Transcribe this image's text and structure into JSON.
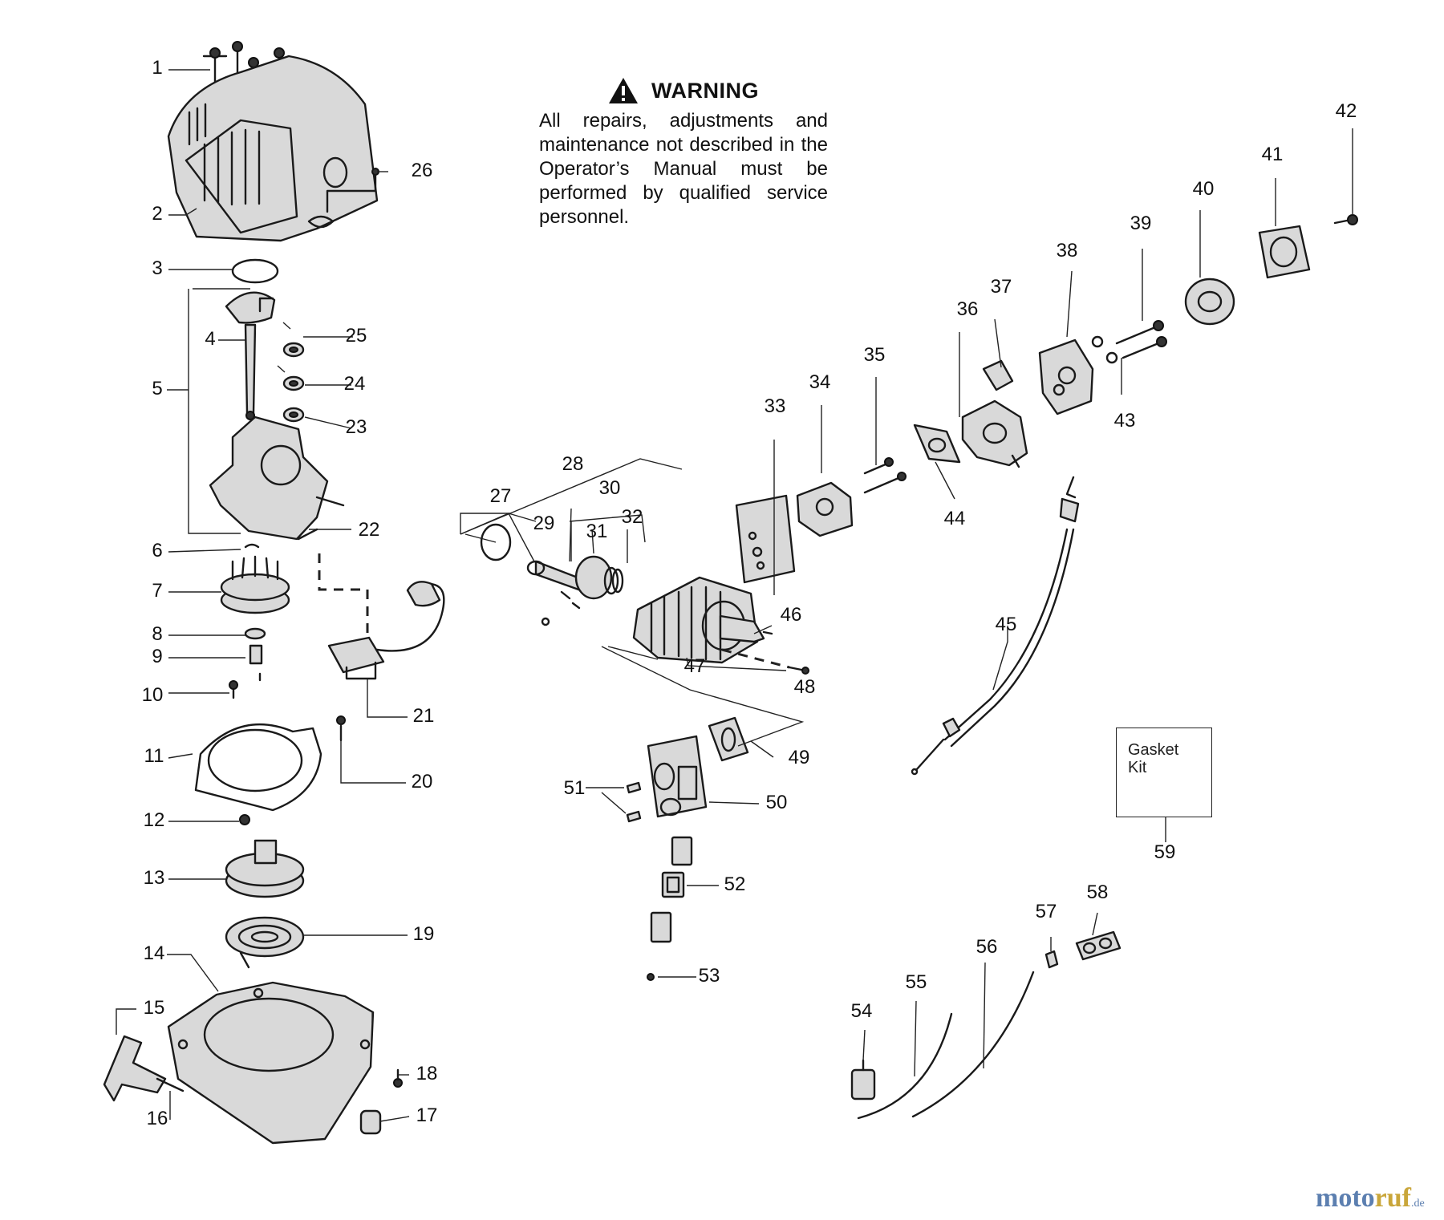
{
  "warning": {
    "title": "WARNING",
    "body": "All repairs, adjustments and maintenance not described in the Operator’s Manual must be performed by qualified service personnel."
  },
  "gasket_kit": {
    "text": "Gasket Kit",
    "ref": "59"
  },
  "watermark": {
    "part_a": "moto",
    "part_b": "ruf",
    "suffix": ".de"
  },
  "callouts": [
    "1",
    "2",
    "3",
    "4",
    "5",
    "6",
    "7",
    "8",
    "9",
    "10",
    "11",
    "12",
    "13",
    "14",
    "15",
    "16",
    "17",
    "18",
    "19",
    "20",
    "21",
    "22",
    "23",
    "24",
    "25",
    "26",
    "27",
    "28",
    "29",
    "30",
    "31",
    "32",
    "33",
    "34",
    "35",
    "36",
    "37",
    "38",
    "39",
    "40",
    "41",
    "42",
    "43",
    "44",
    "45",
    "46",
    "47",
    "48",
    "49",
    "50",
    "51",
    "52",
    "53",
    "54",
    "55",
    "56",
    "57",
    "58",
    "59"
  ]
}
